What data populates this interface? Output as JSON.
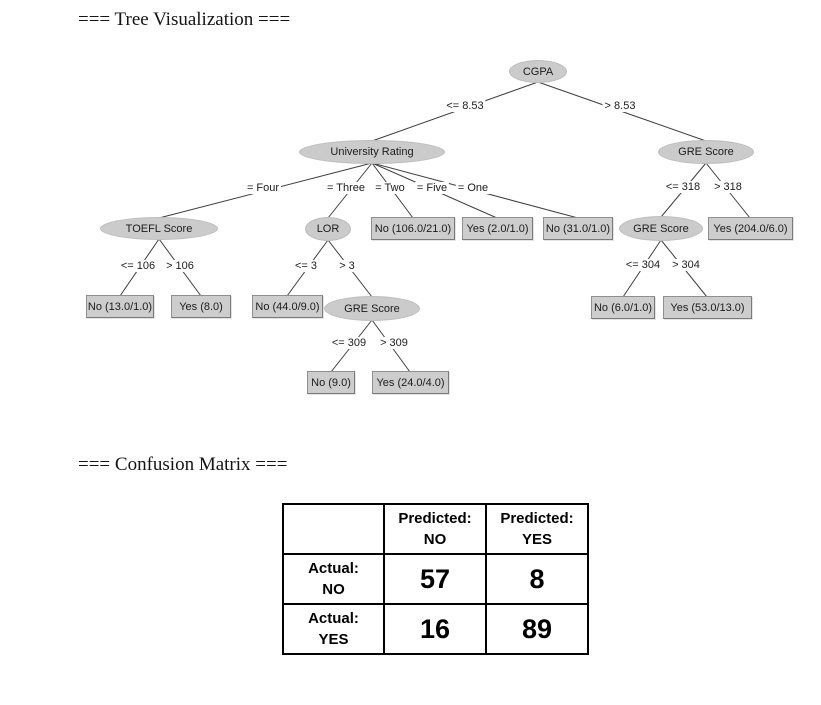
{
  "headings": {
    "tree": "=== Tree Visualization ===",
    "matrix": "=== Confusion Matrix ==="
  },
  "tree": {
    "node_fill_color": "#cbcbcb",
    "nodes": [
      {
        "id": "cgpa",
        "label": "CGPA"
      },
      {
        "id": "university-rating",
        "label": "University Rating"
      },
      {
        "id": "gre-score-right",
        "label": "GRE Score"
      },
      {
        "id": "toefl-score",
        "label": "TOEFL Score"
      },
      {
        "id": "lor",
        "label": "LOR"
      },
      {
        "id": "gre-score-right-lower",
        "label": "GRE Score"
      },
      {
        "id": "gre-score-middle",
        "label": "GRE Score"
      }
    ],
    "leaves": [
      {
        "label": "No (13.0/1.0)"
      },
      {
        "label": "Yes (8.0)"
      },
      {
        "label": "No (44.0/9.0)"
      },
      {
        "label": "No (106.0/21.0)"
      },
      {
        "label": "Yes (2.0/1.0)"
      },
      {
        "label": "No (31.0/1.0)"
      },
      {
        "label": "Yes (204.0/6.0)"
      },
      {
        "label": "No (6.0/1.0)"
      },
      {
        "label": "Yes (53.0/13.0)"
      },
      {
        "label": "No (9.0)"
      },
      {
        "label": "Yes (24.0/4.0)"
      }
    ],
    "edge_labels": [
      "<= 8.53",
      "> 8.53",
      "= Four",
      "= Three",
      "= Two",
      "= Five",
      "= One",
      "<= 106",
      "> 106",
      "<= 3",
      "> 3",
      "<= 309",
      "> 309",
      "<= 318",
      "> 318",
      "<= 304",
      "> 304"
    ]
  },
  "confusion_matrix": {
    "col_headers": [
      {
        "line1": "Predicted:",
        "line2": "NO"
      },
      {
        "line1": "Predicted:",
        "line2": "YES"
      }
    ],
    "row_headers": [
      {
        "line1": "Actual:",
        "line2": "NO"
      },
      {
        "line1": "Actual:",
        "line2": "YES"
      }
    ],
    "values": [
      [
        57,
        8
      ],
      [
        16,
        89
      ]
    ]
  }
}
